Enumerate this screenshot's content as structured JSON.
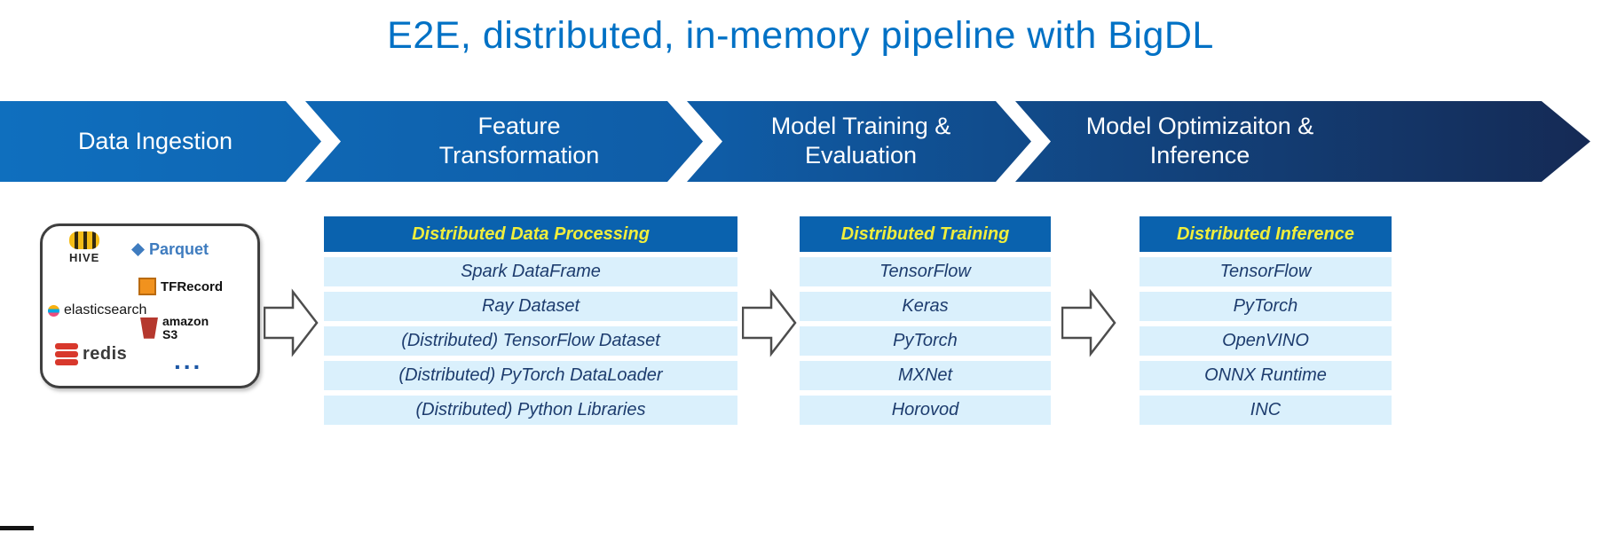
{
  "title": "E2E, distributed, in-memory pipeline with BigDL",
  "pipeline": {
    "stages": [
      {
        "label": "Data Ingestion"
      },
      {
        "label": "Feature\nTransformation"
      },
      {
        "label": "Model Training &\nEvaluation"
      },
      {
        "label": "Model Optimizaiton &\nInference"
      }
    ]
  },
  "sources": {
    "hive": "HIVE",
    "parquet": "Parquet",
    "elasticsearch": "elasticsearch",
    "tfrecord": "TFRecord",
    "amazon_s3_line1": "amazon",
    "amazon_s3_line2": "S3",
    "redis": "redis",
    "more": "..."
  },
  "tables": [
    {
      "header": "Distributed Data Processing",
      "rows": [
        "Spark DataFrame",
        "Ray Dataset",
        "(Distributed) TensorFlow Dataset",
        "(Distributed) PyTorch DataLoader",
        "(Distributed) Python Libraries"
      ]
    },
    {
      "header": "Distributed Training",
      "rows": [
        "TensorFlow",
        "Keras",
        "PyTorch",
        "MXNet",
        "Horovod"
      ]
    },
    {
      "header": "Distributed Inference",
      "rows": [
        "TensorFlow",
        "PyTorch",
        "OpenVINO",
        "ONNX Runtime",
        "INC"
      ]
    }
  ],
  "colors": {
    "title_blue": "#0071c5",
    "band_gradient_start": "#0f6fbe",
    "band_gradient_end": "#152a55",
    "chevron_white": "#ffffff",
    "table_header_bg": "#0a62ae",
    "table_header_text": "#f0ee3c",
    "table_row_bg": "#daf0fc",
    "table_row_text": "#1d3c6e"
  }
}
